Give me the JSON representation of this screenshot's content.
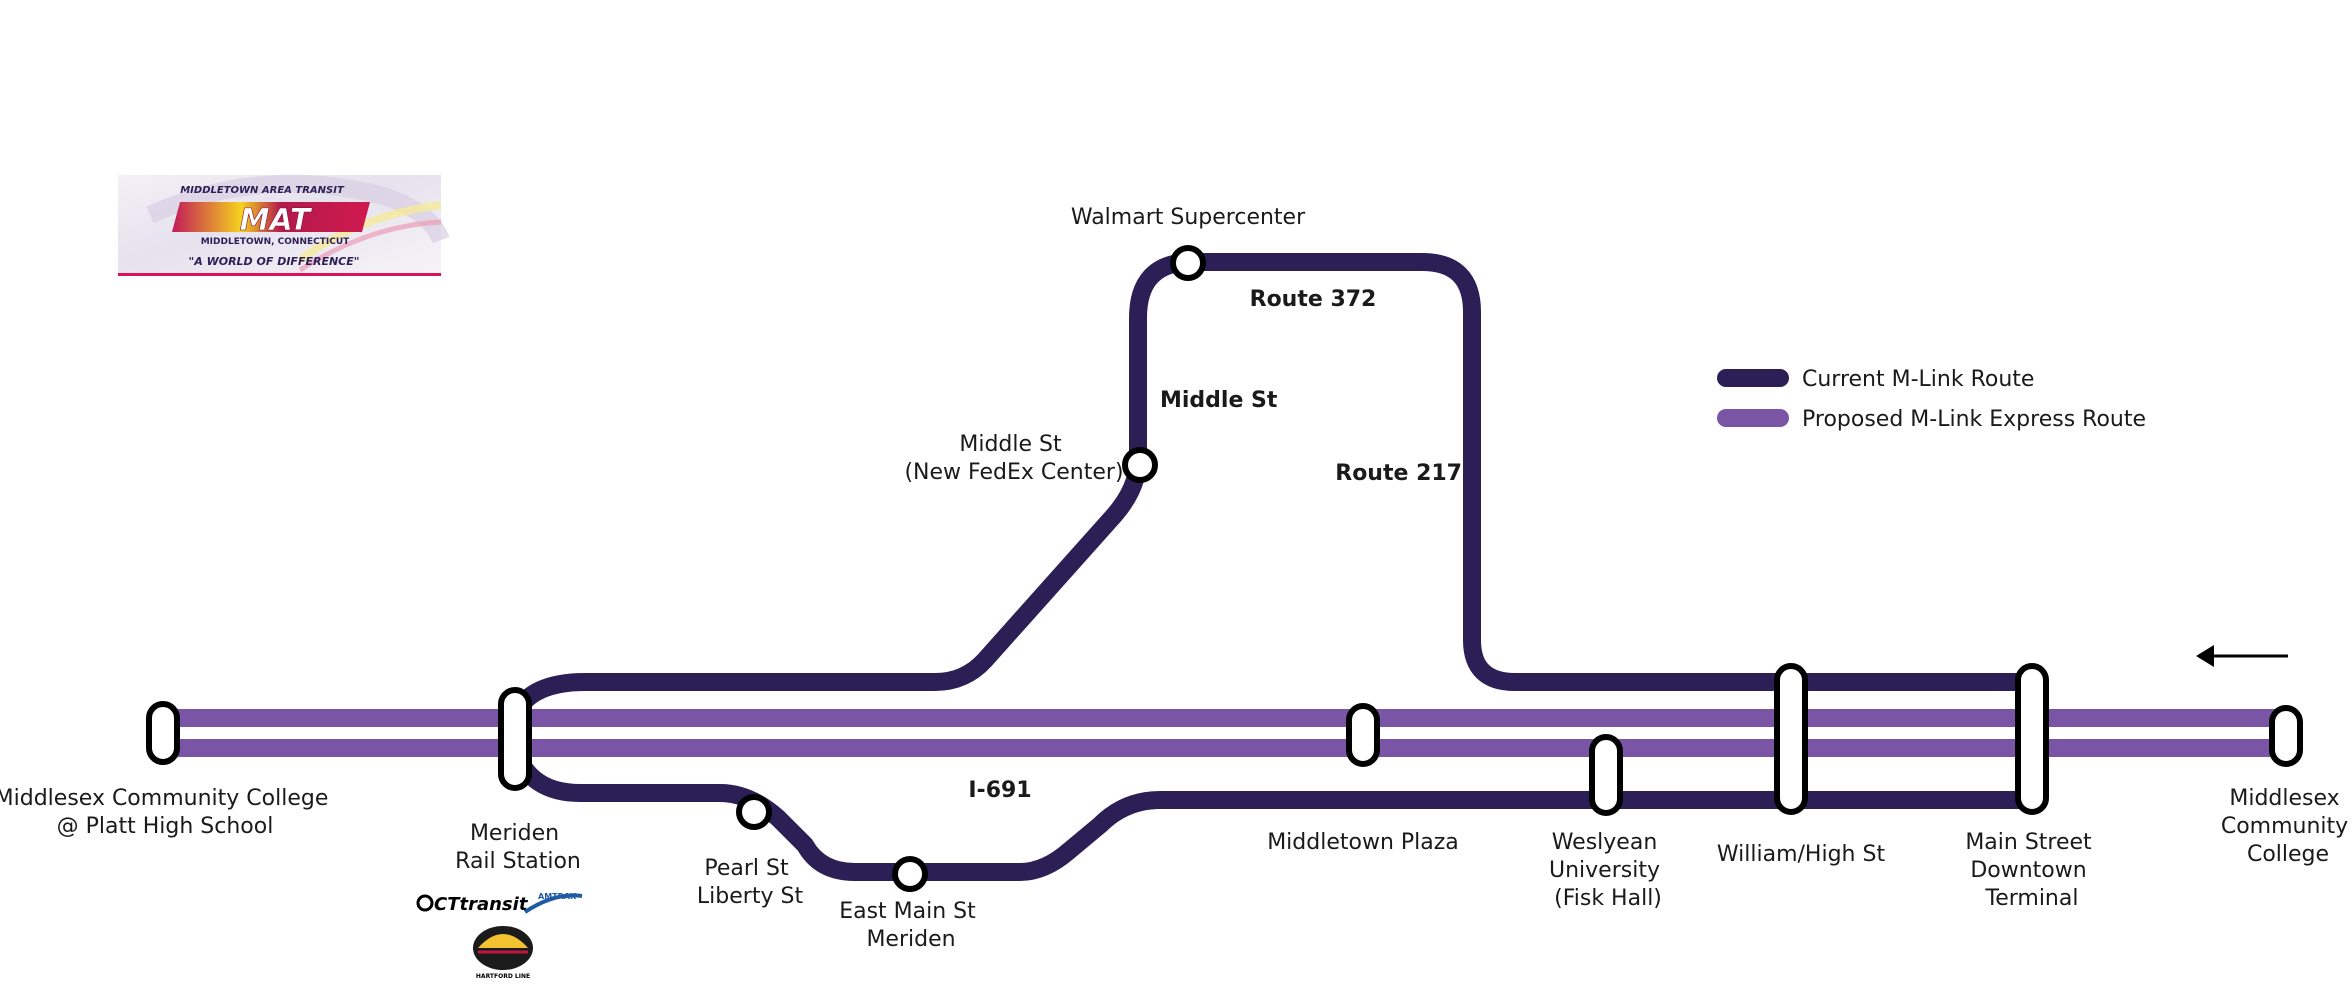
{
  "logo": {
    "agency": "MIDDLETOWN AREA TRANSIT",
    "mark": "MAT",
    "city": "MIDDLETOWN, CONNECTICUT",
    "tagline": "\"A WORLD OF DIFFERENCE\""
  },
  "legend": {
    "current": "Current M-Link Route",
    "proposed": "Proposed M-Link Express Route"
  },
  "colors": {
    "current_route": "#2b1f55",
    "proposed_route": "#7a55a6",
    "station_fill": "#ffffff",
    "station_stroke": "#000000"
  },
  "roads": {
    "route372": "Route 372",
    "middle_st": "Middle St",
    "route217": "Route 217",
    "i691": "I-691"
  },
  "stops": {
    "walmart": "Walmart Supercenter",
    "middle_st_1": "Middle St",
    "middle_st_2": "(New FedEx Center)",
    "mcc_platt_1": "Middlesex Community College",
    "mcc_platt_2": "@ Platt High School",
    "meriden_rail_1": "Meriden",
    "meriden_rail_2": "Rail Station",
    "pearl_1": "Pearl St",
    "pearl_2": "Liberty St",
    "east_main_1": "East Main St",
    "east_main_2": "Meriden",
    "middletown_plaza": "Middletown Plaza",
    "wesleyan_1": "Weslyean",
    "wesleyan_2": "University",
    "wesleyan_3": "(Fisk Hall)",
    "william_high": "William/High St",
    "main_st_1": "Main Street",
    "main_st_2": "Downtown",
    "main_st_3": "Terminal",
    "mcc_1": "Middlesex",
    "mcc_2": "Community",
    "mcc_3": "College"
  },
  "connections": {
    "ct_transit": "CTtransit",
    "amtrak": "AMTRAK",
    "hartford_line": "HARTFORD LINE"
  }
}
